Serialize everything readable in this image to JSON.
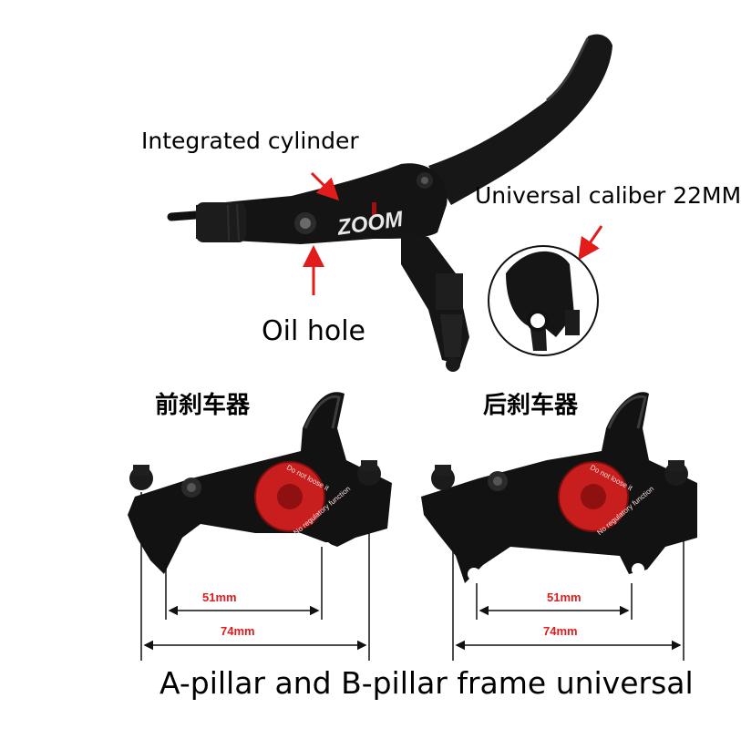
{
  "labels": {
    "integrated_cylinder": "Integrated cylinder",
    "universal_caliber": "Universal caliber 22MM",
    "oil_hole": "Oil hole",
    "front_brake": "前刹车器",
    "rear_brake": "后刹车器",
    "front_inner_dim": "51mm",
    "front_outer_dim": "74mm",
    "rear_inner_dim": "51mm",
    "rear_outer_dim": "74mm",
    "frame_note": "A-pillar and B-pillar frame universal"
  },
  "brand_logo_text": "ZOOM",
  "caliper_cap_text": [
    "Do not loose it",
    "No regulatory function"
  ],
  "colors": {
    "arrow_red": "#e21b1b",
    "cap_red": "#c81e1e",
    "body_black": "#141414",
    "background": "#ffffff"
  }
}
